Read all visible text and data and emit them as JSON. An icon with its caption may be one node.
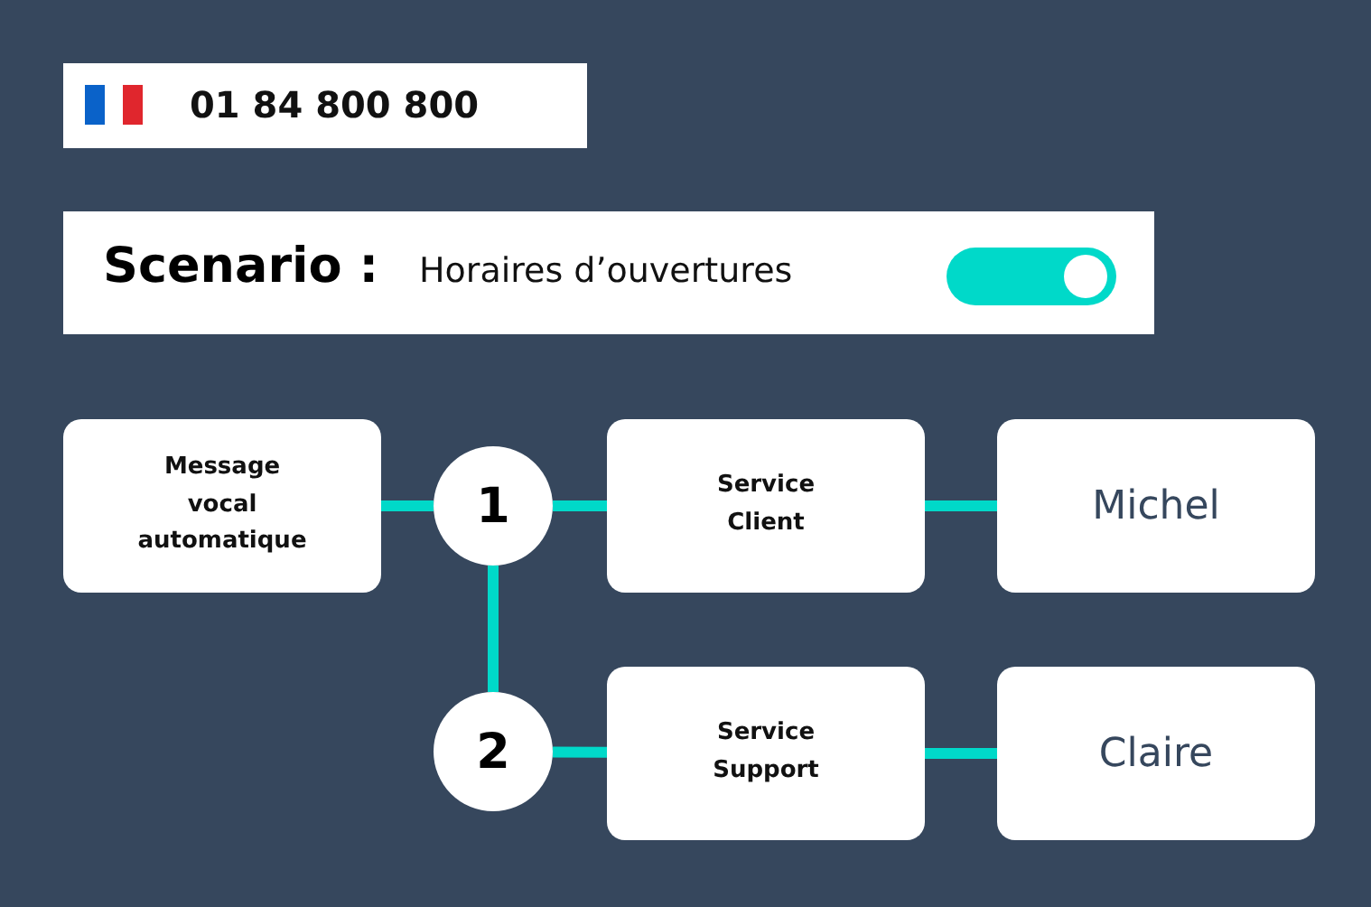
{
  "diagram": {
    "nodes": [
      {
        "text": [
          "Message vocal automatique"
        ]
      },
      {
        "text": [
          "1"
        ]
      },
      {
        "text": [
          "Service Client"
        ]
      },
      {
        "text": [
          "Michel"
        ]
      },
      {
        "text": [
          "2"
        ]
      },
      {
        "text": [
          "Service Support"
        ]
      },
      {
        "text": [
          "Claire"
        ]
      }
    ],
    "edges": [
      {
        "from": 0,
        "to": 1,
        "arrow": "none"
      },
      {
        "from": 1,
        "to": 2,
        "arrow": "none"
      },
      {
        "from": 2,
        "to": 3,
        "arrow": "none"
      },
      {
        "from": 1,
        "to": 4,
        "arrow": "none"
      },
      {
        "from": 4,
        "to": 5,
        "arrow": "none"
      },
      {
        "from": 5,
        "to": 6,
        "arrow": "none"
      }
    ],
    "labels": [
      "01 84 800 800",
      "Scenario :",
      "Horaires d’ouvertures"
    ]
  }
}
